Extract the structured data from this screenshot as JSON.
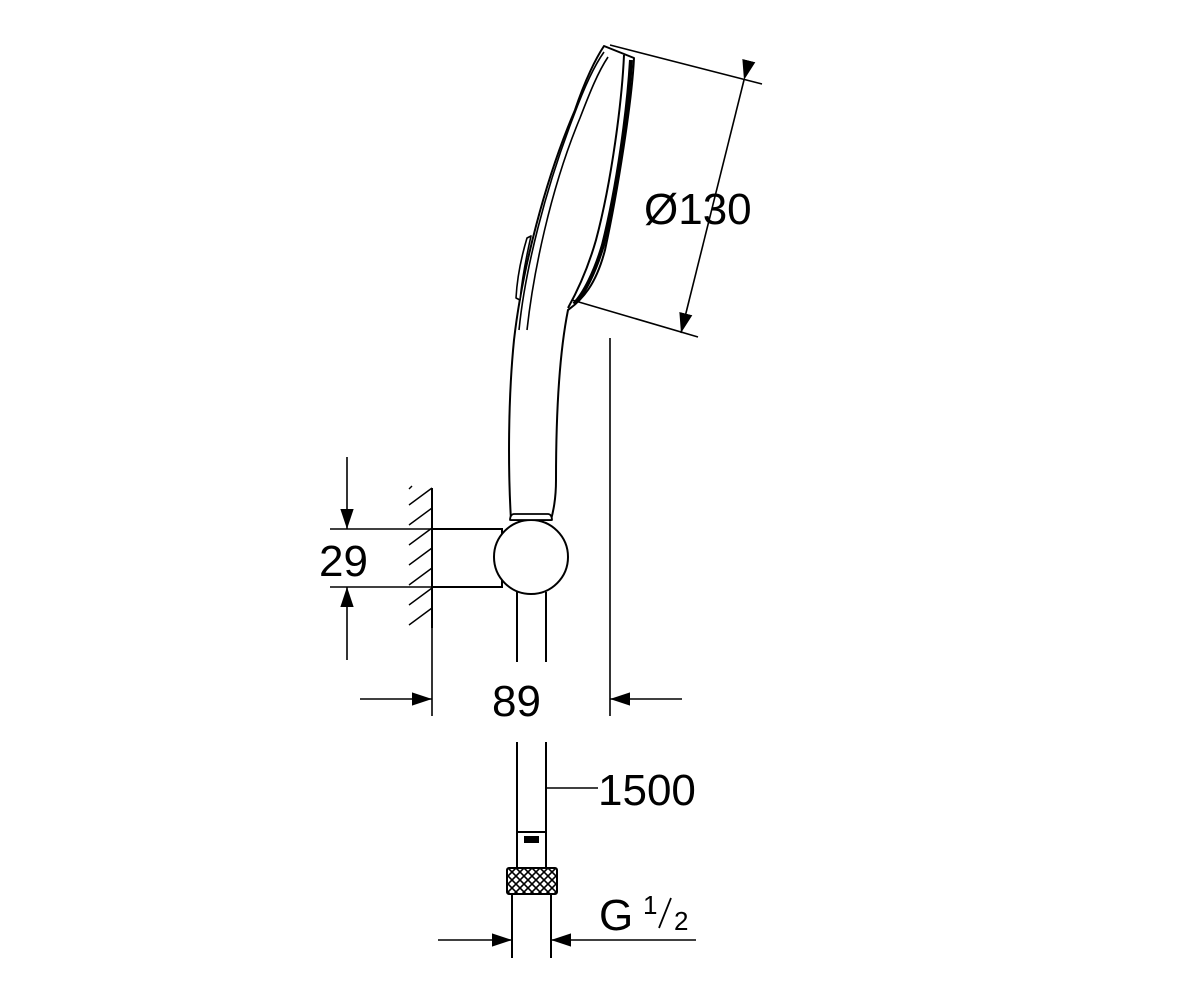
{
  "diagram": {
    "dimensions": {
      "head_diameter": "Ø130",
      "wall_distance": "89",
      "bracket_height": "29",
      "hose_length": "1500",
      "thread_letter": "G",
      "thread_numerator": "1",
      "thread_denominator": "2"
    }
  },
  "colors": {
    "line": "#000000",
    "background": "#ffffff",
    "knurl": "#2a2a2a"
  }
}
